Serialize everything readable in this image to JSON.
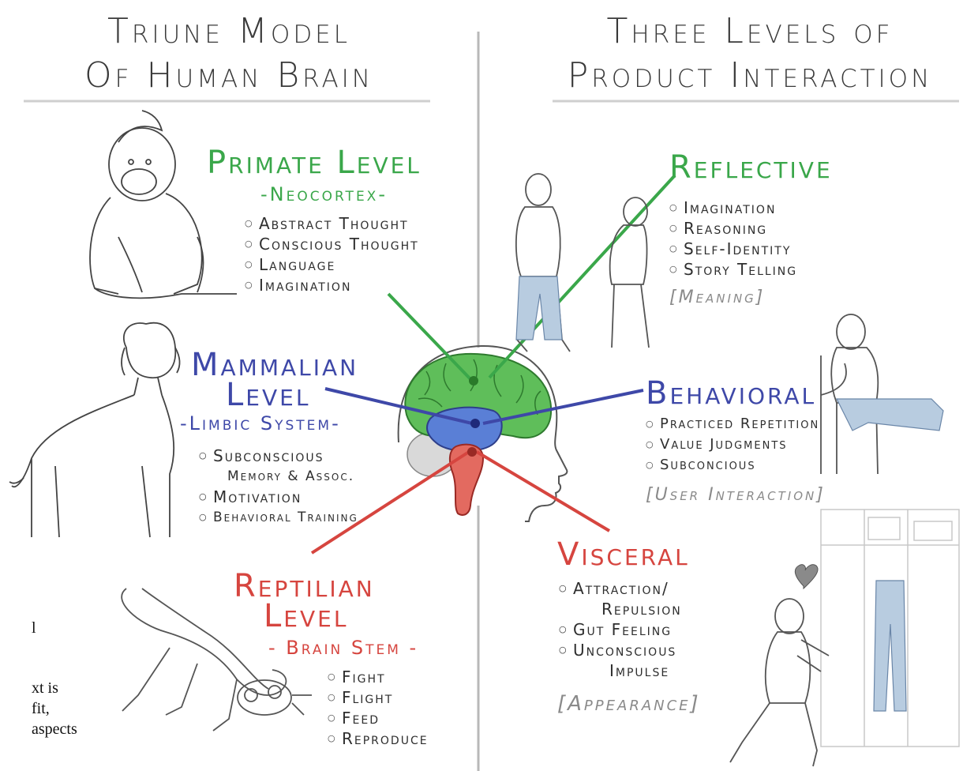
{
  "left_title": [
    "Triune Model",
    "Of Human Brain"
  ],
  "right_title": [
    "Three Levels of",
    "Product Interaction"
  ],
  "primate": {
    "heading": "Primate Level",
    "sub": "-Neocortex-",
    "items": [
      "Abstract Thought",
      "Conscious Thought",
      "Language",
      "Imagination"
    ]
  },
  "mammalian": {
    "heading_line1": "Mammalian",
    "heading_line2": "Level",
    "sub": "-Limbic System-",
    "items": [
      "Subconscious",
      "Memory & Assoc.",
      "Motivation",
      "Behavioral Training"
    ]
  },
  "reptilian": {
    "heading_line1": "Reptilian",
    "heading_line2": "Level",
    "sub": "- Brain Stem -",
    "items": [
      "Fight",
      "Flight",
      "Feed",
      "Reproduce"
    ]
  },
  "reflective": {
    "heading": "Reflective",
    "items": [
      "Imagination",
      "Reasoning",
      "Self-Identity",
      "Story Telling"
    ],
    "bracket": "[Meaning]"
  },
  "behavioral": {
    "heading": "Behavioral",
    "items": [
      "Practiced Repetition",
      "Value Judgments",
      "Subconcious"
    ],
    "bracket": "[User Interaction]"
  },
  "visceral": {
    "heading": "Visceral",
    "items": [
      "Attraction/",
      "Repulsion",
      "Gut Feeling",
      "Unconscious",
      "Impulse"
    ],
    "bracket": "[Appearance]"
  },
  "side_fragments": [
    "l",
    "xt is",
    "fit,",
    "aspects"
  ],
  "colors": {
    "green": "#3aa74a",
    "blue": "#3e48a8",
    "red": "#d6453f",
    "divider": "#b8b8b8"
  },
  "illustrations": [
    "ape-sketch",
    "dog-sketch",
    "gecko-sketch",
    "brain-cross-section",
    "standing-people-sketch",
    "seated-person-sketch",
    "shopper-with-heart-sketch"
  ]
}
